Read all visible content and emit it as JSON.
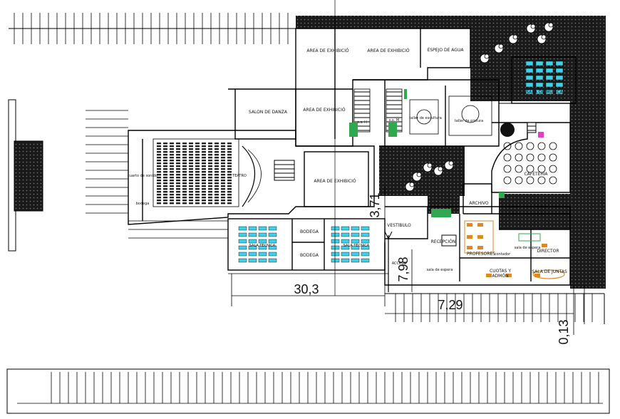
{
  "rooms": {
    "area_exhibicion_1": "AREA DE EXHIBICIÓ",
    "area_exhibicion_2": "AREA DE EXHIBICIÓ",
    "espejo_agua": "ESPEJO DE AGUA",
    "area_exhibicion_3": "AREA DE EXHIBICIÓ",
    "salon_danza": "SALON DE DANZA",
    "sala_musica": "SALA DE MÚSICA",
    "taller_escultura": "taller de escultura",
    "taller_pintura": "taller de pintura",
    "sanitario_h": "s.s. H",
    "sanitario_m": "s.s. M",
    "cuarto_sonido": "cuarto de sonido",
    "bodega_teatro": "bodega",
    "teatro": "TEATRO",
    "area_exhibicion_4": "AREA DE EXHIBICIÓ",
    "cafeteria": "CAFETERÍA",
    "archivo": "ARCHIVO",
    "vestibulo": "VESTIBULO",
    "bodega_1": "BODEGA",
    "bodega_2": "BODEGA",
    "sala_tecnica_1": "SALA TÉCNICA",
    "sala_tecnica_2": "SALA TÉCNICA",
    "recepcion": "RECEPCIÓN",
    "profesores": "PROFESORES",
    "contador": "contador",
    "sala_espera": "sala de espera",
    "director": "DIRECTOR",
    "sala_espera_2": "sala de espera",
    "cuotas": "CUOTAS Y",
    "admon": "ADMÓN",
    "sala_juntas": "SALA DE JUNTAS",
    "acceso": "ACCESO"
  },
  "dimensions": {
    "d1": "30,3",
    "d2": "7,29",
    "d3": "7,98",
    "d4": "3,71",
    "d5": "0,13"
  }
}
